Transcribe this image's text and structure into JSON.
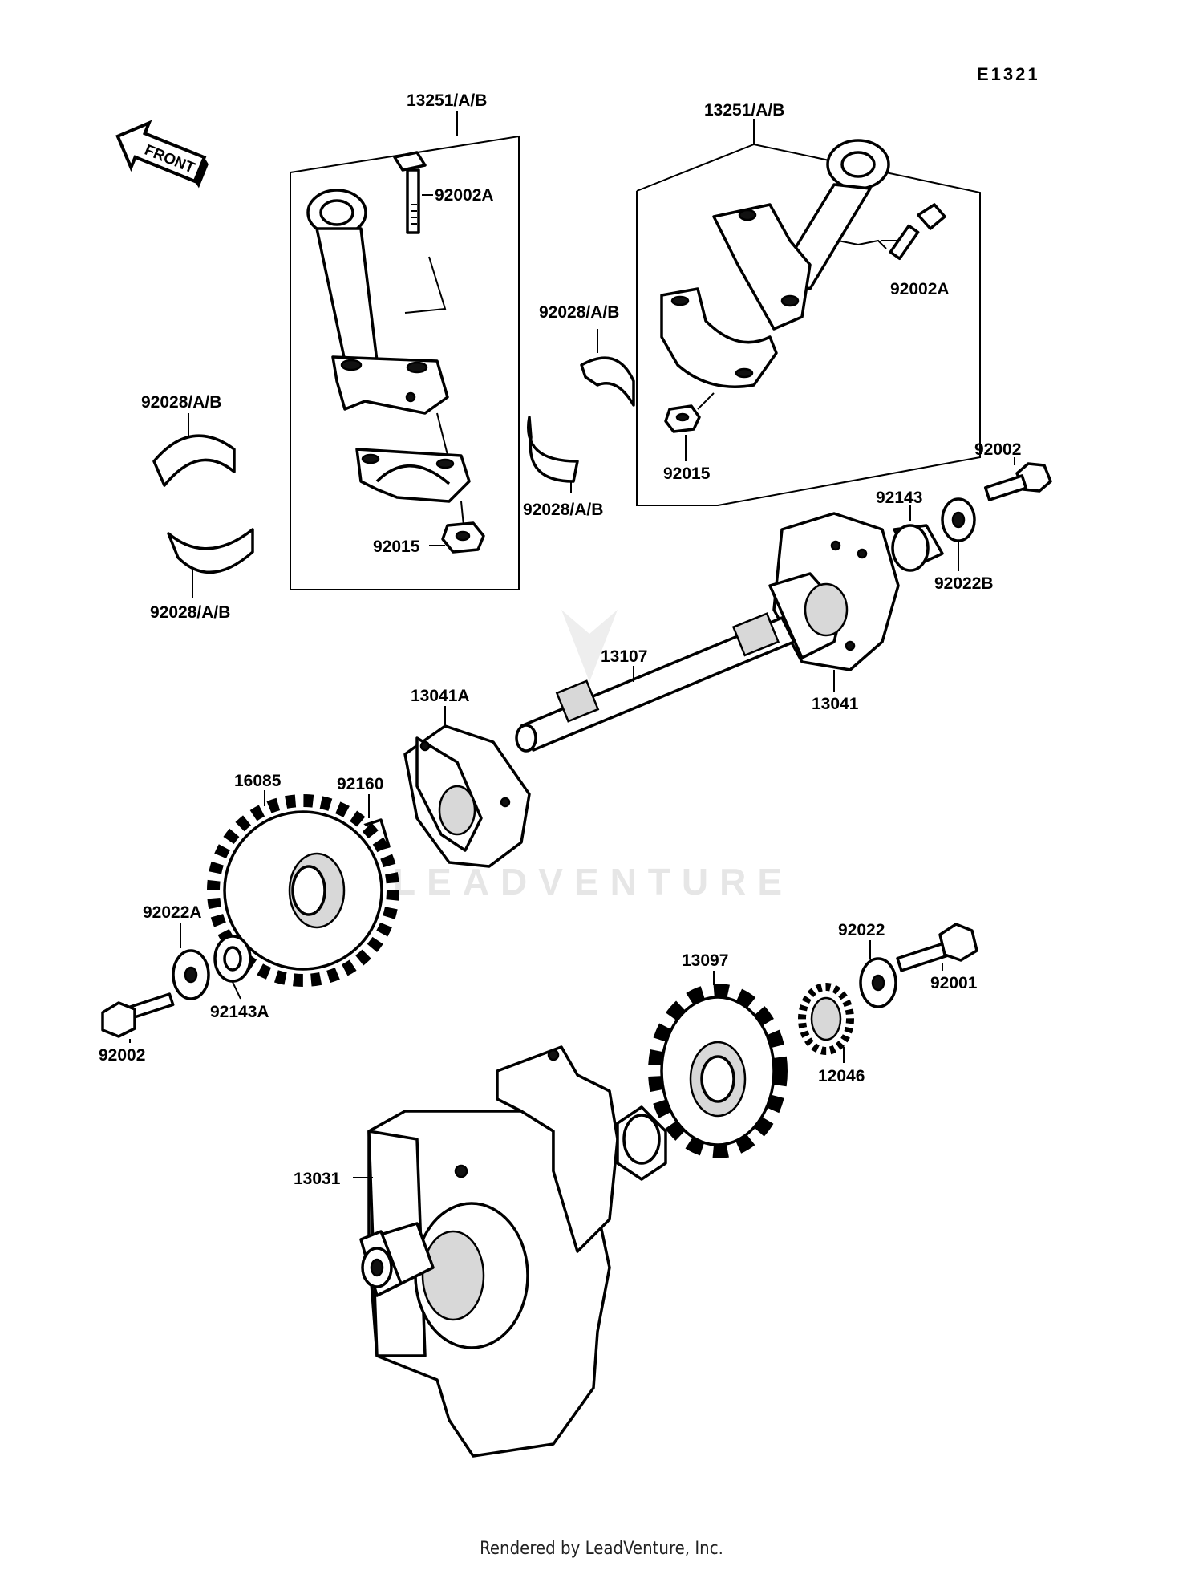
{
  "diagram_code": "E1321",
  "direction_label": "FRONT",
  "watermark": "LEADVENTURE",
  "footer": "Rendered by LeadVenture, Inc.",
  "labels": {
    "conrod_left": "13251/A/B",
    "conrod_right": "13251/A/B",
    "bolt_left": "92002A",
    "bolt_right": "92002A",
    "bearing_mid_top": "92028/A/B",
    "bearing_mid_bottom": "92028/A/B",
    "bearing_left_top": "92028/A/B",
    "bearing_left_bottom": "92028/A/B",
    "nut_left": "92015",
    "nut_right": "92015",
    "bolt_top_right": "92002",
    "spacer_right": "92143",
    "washer_right": "92022B",
    "shaft": "13107",
    "weight_right": "13041",
    "weight_left": "13041A",
    "key": "92160",
    "gear": "16085",
    "washer_left": "92022A",
    "spacer_left": "92143A",
    "bolt_bottom_left": "92002",
    "sprocket": "13097",
    "washer_bottom": "92022",
    "bolt_bottom_right": "92001",
    "gear_small": "12046",
    "crankshaft": "13031"
  }
}
